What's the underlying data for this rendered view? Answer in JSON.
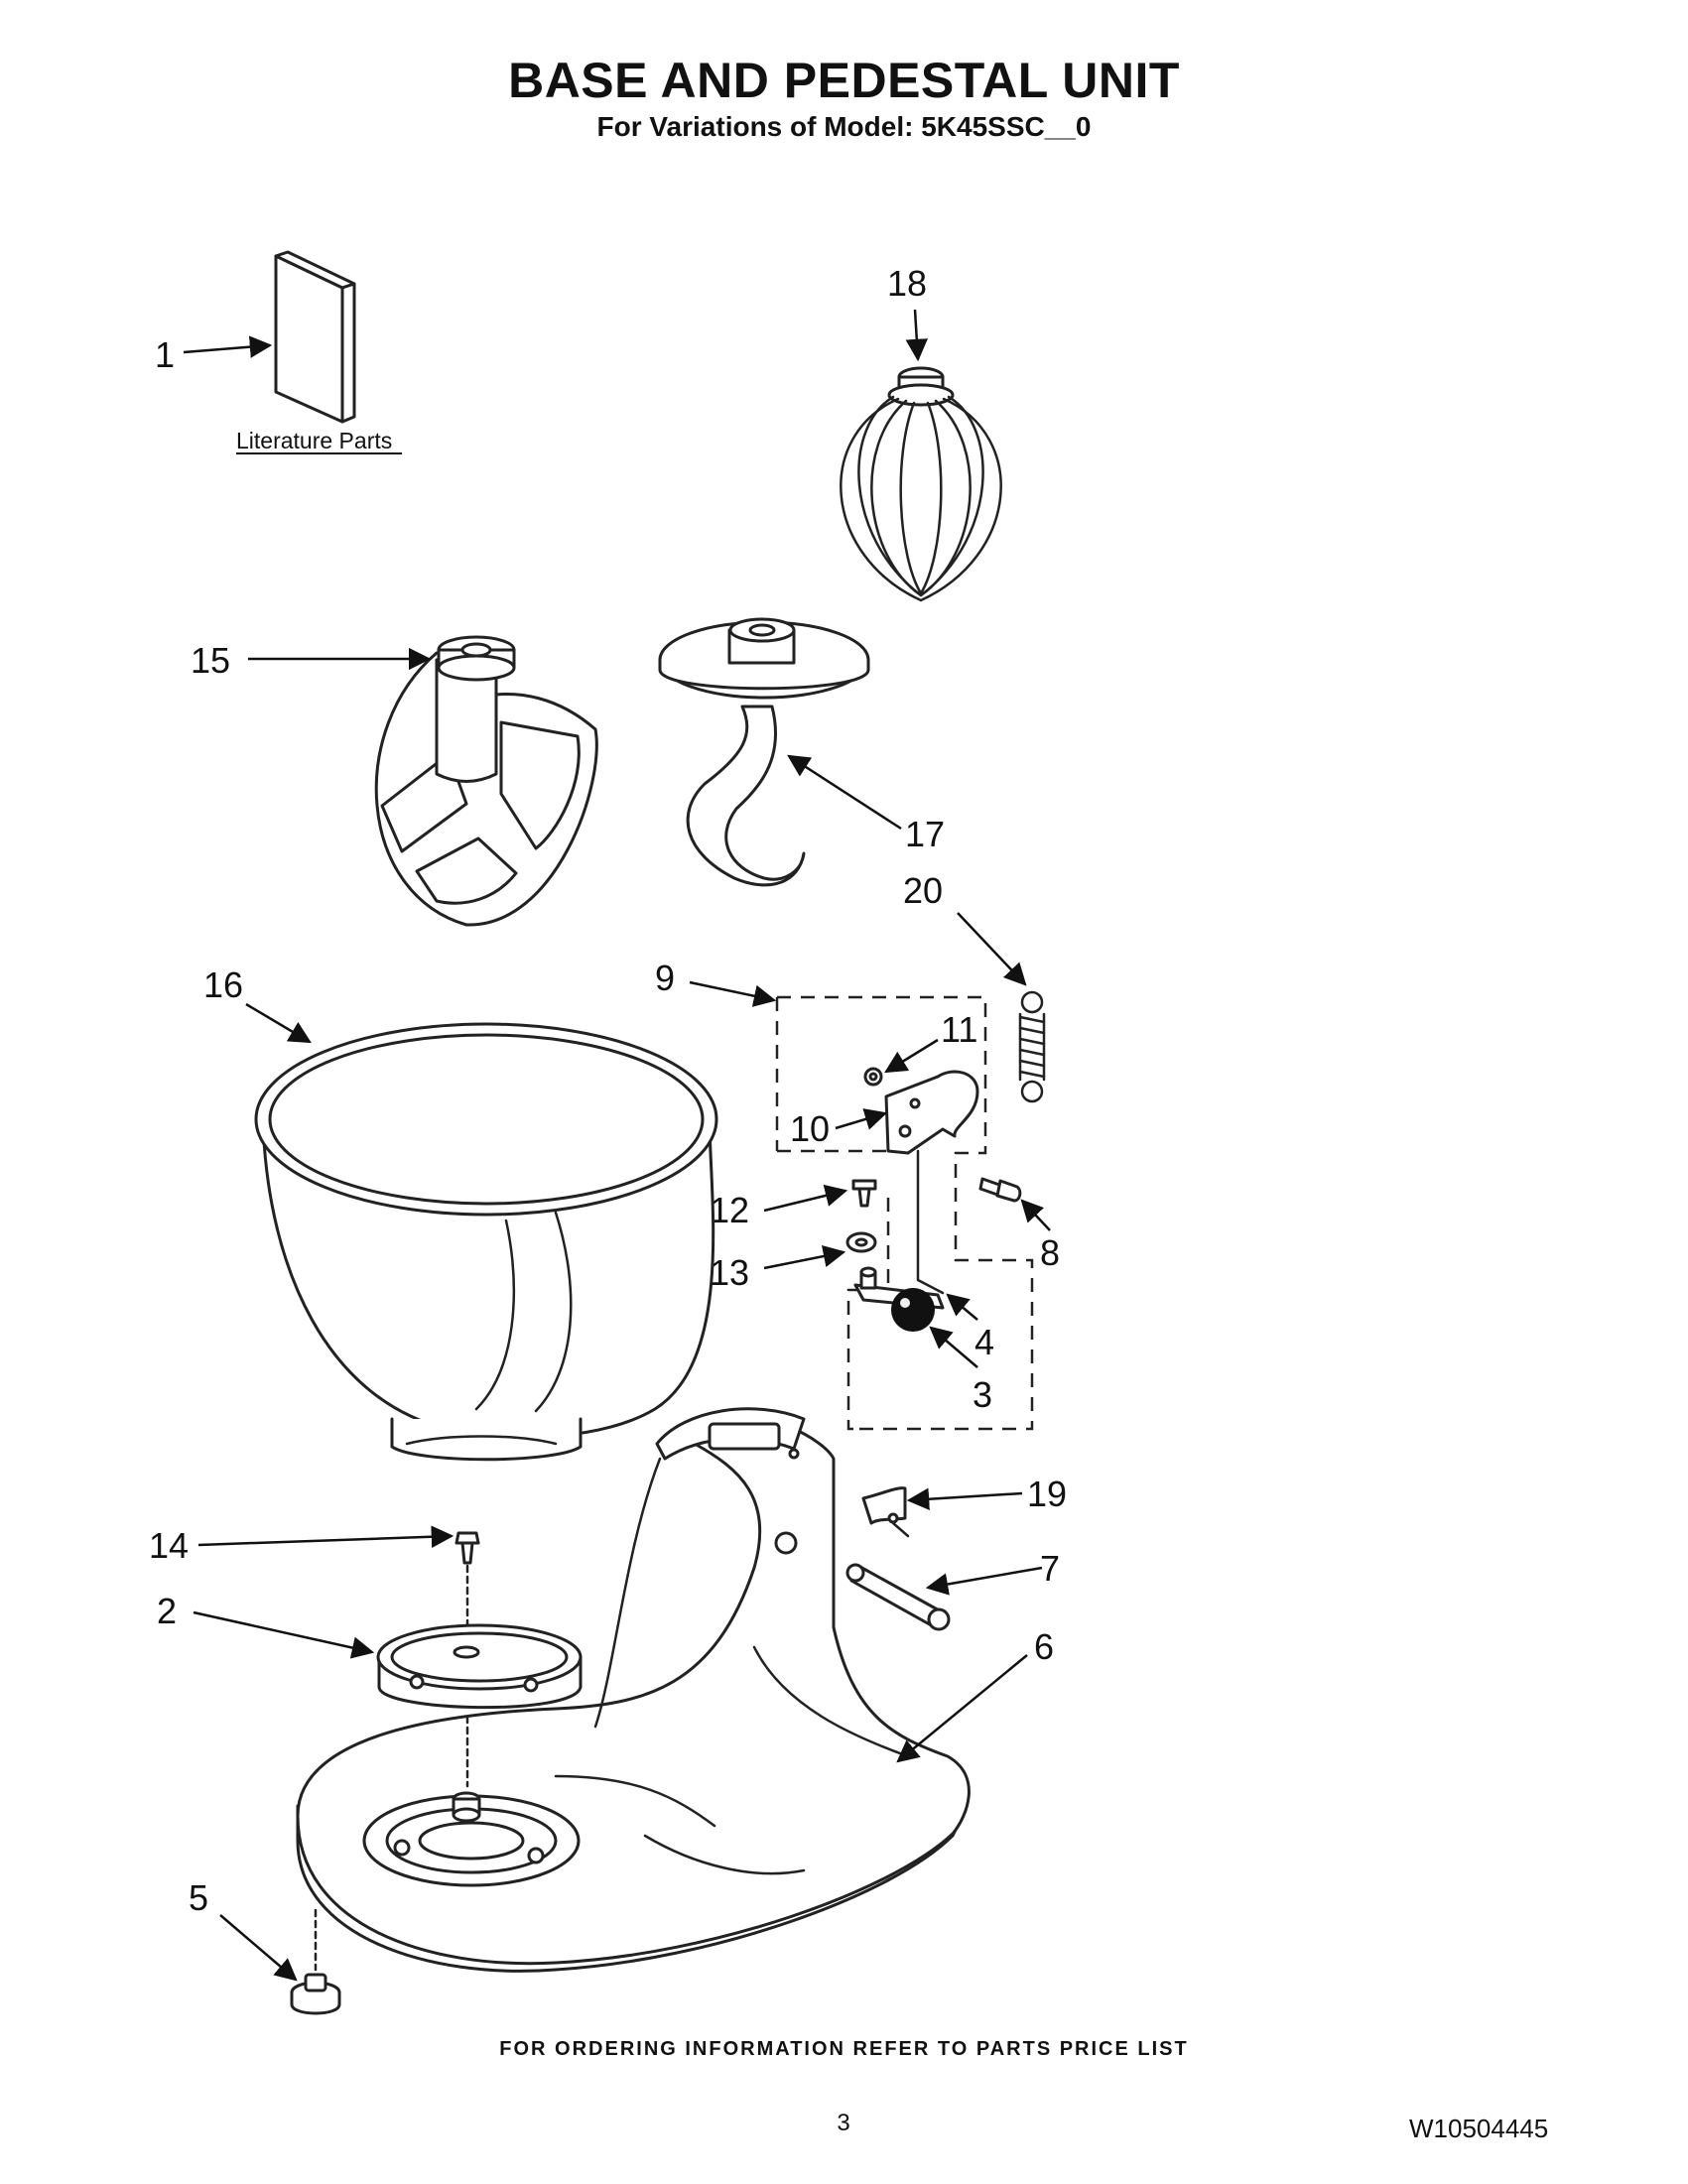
{
  "header": {
    "title": "BASE AND PEDESTAL UNIT",
    "subtitle": "For Variations of Model: 5K45SSC__0"
  },
  "diagram": {
    "literature_label": "Literature Parts",
    "callouts": [
      "1",
      "2",
      "3",
      "4",
      "5",
      "6",
      "7",
      "8",
      "9",
      "10",
      "11",
      "12",
      "13",
      "14",
      "15",
      "16",
      "17",
      "18",
      "19",
      "20"
    ]
  },
  "footer": {
    "ordering_note": "FOR ORDERING INFORMATION REFER TO PARTS PRICE LIST",
    "page_number": "3",
    "document_number": "W10504445"
  }
}
